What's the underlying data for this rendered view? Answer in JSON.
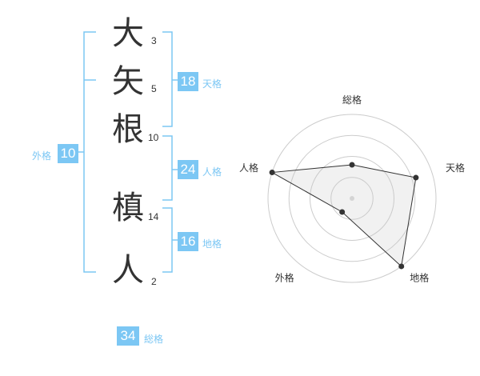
{
  "name_chars": [
    {
      "char": "大",
      "strokes": "3"
    },
    {
      "char": "矢",
      "strokes": "5"
    },
    {
      "char": "根",
      "strokes": "10"
    },
    {
      "char": "槙",
      "strokes": "14"
    },
    {
      "char": "人",
      "strokes": "2"
    }
  ],
  "fortunes": {
    "tenkaku": {
      "value": "18",
      "label": "天格"
    },
    "jinkaku": {
      "value": "24",
      "label": "人格"
    },
    "chikaku": {
      "value": "16",
      "label": "地格"
    },
    "gaikaku": {
      "value": "10",
      "label": "外格"
    },
    "soukaku": {
      "value": "34",
      "label": "総格"
    }
  },
  "colors": {
    "accent": "#7cc7f4",
    "text": "#333333",
    "grid": "#cccccc",
    "fill": "#f2f2f2"
  },
  "chart_data": {
    "type": "radar",
    "axes": [
      "総格",
      "天格",
      "地格",
      "外格",
      "人格"
    ],
    "levels": 4,
    "max": 5,
    "values": [
      2,
      4,
      5,
      1,
      5
    ]
  }
}
